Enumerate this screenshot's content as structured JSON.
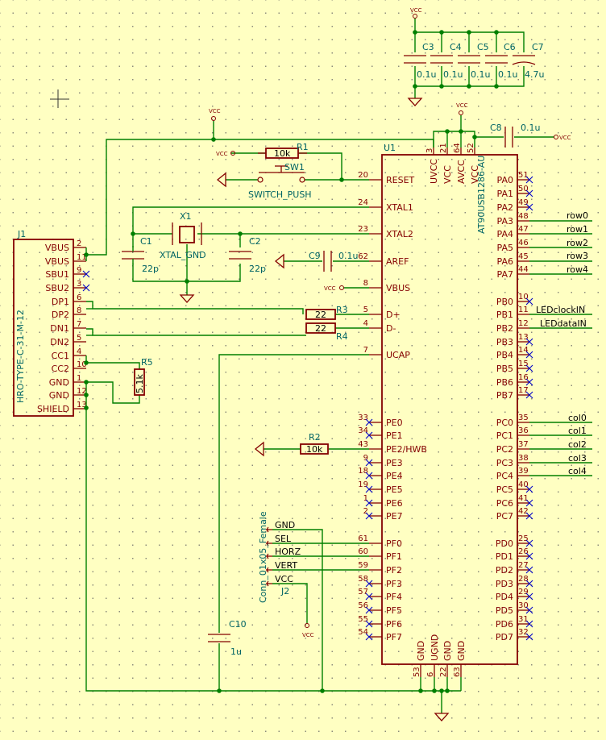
{
  "power": {
    "vcc": "VCC"
  },
  "u1": {
    "ref": "U1",
    "value": "AT90USB1286-AU",
    "pins_left": [
      {
        "num": "20",
        "name": "RESET"
      },
      {
        "num": "24",
        "name": "XTAL1"
      },
      {
        "num": "23",
        "name": "XTAL2"
      },
      {
        "num": "62",
        "name": "AREF"
      },
      {
        "num": "8",
        "name": "VBUS"
      },
      {
        "num": "5",
        "name": "D+"
      },
      {
        "num": "4",
        "name": "D-"
      },
      {
        "num": "7",
        "name": "UCAP"
      },
      {
        "num": "33",
        "name": "PE0"
      },
      {
        "num": "34",
        "name": "PE1"
      },
      {
        "num": "43",
        "name": "PE2/HWB"
      },
      {
        "num": "9",
        "name": "PE3"
      },
      {
        "num": "18",
        "name": "PE4"
      },
      {
        "num": "19",
        "name": "PE5"
      },
      {
        "num": "1",
        "name": "PE6"
      },
      {
        "num": "2",
        "name": "PE7"
      },
      {
        "num": "61",
        "name": "PF0"
      },
      {
        "num": "60",
        "name": "PF1"
      },
      {
        "num": "59",
        "name": "PF2"
      },
      {
        "num": "58",
        "name": "PF3"
      },
      {
        "num": "57",
        "name": "PF4"
      },
      {
        "num": "56",
        "name": "PF5"
      },
      {
        "num": "55",
        "name": "PF6"
      },
      {
        "num": "54",
        "name": "PF7"
      }
    ],
    "pins_right": [
      {
        "num": "51",
        "name": "PA0"
      },
      {
        "num": "50",
        "name": "PA1"
      },
      {
        "num": "49",
        "name": "PA2"
      },
      {
        "num": "48",
        "name": "PA3"
      },
      {
        "num": "47",
        "name": "PA4"
      },
      {
        "num": "46",
        "name": "PA5"
      },
      {
        "num": "45",
        "name": "PA6"
      },
      {
        "num": "44",
        "name": "PA7"
      },
      {
        "num": "10",
        "name": "PB0"
      },
      {
        "num": "11",
        "name": "PB1"
      },
      {
        "num": "12",
        "name": "PB2"
      },
      {
        "num": "13",
        "name": "PB3"
      },
      {
        "num": "14",
        "name": "PB4"
      },
      {
        "num": "15",
        "name": "PB5"
      },
      {
        "num": "16",
        "name": "PB6"
      },
      {
        "num": "17",
        "name": "PB7"
      },
      {
        "num": "35",
        "name": "PC0"
      },
      {
        "num": "36",
        "name": "PC1"
      },
      {
        "num": "37",
        "name": "PC2"
      },
      {
        "num": "38",
        "name": "PC3"
      },
      {
        "num": "39",
        "name": "PC4"
      },
      {
        "num": "40",
        "name": "PC5"
      },
      {
        "num": "41",
        "name": "PC6"
      },
      {
        "num": "42",
        "name": "PC7"
      },
      {
        "num": "25",
        "name": "PD0"
      },
      {
        "num": "26",
        "name": "PD1"
      },
      {
        "num": "27",
        "name": "PD2"
      },
      {
        "num": "28",
        "name": "PD3"
      },
      {
        "num": "29",
        "name": "PD4"
      },
      {
        "num": "30",
        "name": "PD5"
      },
      {
        "num": "31",
        "name": "PD6"
      },
      {
        "num": "32",
        "name": "PD7"
      }
    ],
    "pins_top": [
      {
        "num": "3",
        "name": "UVCC"
      },
      {
        "num": "21",
        "name": "VCC"
      },
      {
        "num": "64",
        "name": "AVCC"
      },
      {
        "num": "52",
        "name": "VCC"
      }
    ],
    "pins_bottom": [
      {
        "num": "53",
        "name": "GND"
      },
      {
        "num": "6",
        "name": "UGND"
      },
      {
        "num": "22",
        "name": "GND"
      },
      {
        "num": "63",
        "name": "GND"
      }
    ]
  },
  "j1": {
    "ref": "J1",
    "value": "HRO-TYPE-C-31-M-12",
    "pins": [
      {
        "num": "2",
        "name": "VBUS"
      },
      {
        "num": "11",
        "name": "VBUS"
      },
      {
        "num": "9",
        "name": "SBU1"
      },
      {
        "num": "3",
        "name": "SBU2"
      },
      {
        "num": "6",
        "name": "DP1"
      },
      {
        "num": "8",
        "name": "DP2"
      },
      {
        "num": "7",
        "name": "DN1"
      },
      {
        "num": "5",
        "name": "DN2"
      },
      {
        "num": "4",
        "name": "CC1"
      },
      {
        "num": "10",
        "name": "CC2"
      },
      {
        "num": "1",
        "name": "GND"
      },
      {
        "num": "12",
        "name": "GND"
      },
      {
        "num": "13",
        "name": "SHIELD"
      }
    ]
  },
  "j2": {
    "ref": "J2",
    "value": "Conn_01x05_Female",
    "nets": [
      "GND",
      "SEL",
      "HORZ",
      "VERT",
      "VCC"
    ]
  },
  "caps": {
    "C1": {
      "ref": "C1",
      "value": "22p"
    },
    "C2": {
      "ref": "C2",
      "value": "22p"
    },
    "C3": {
      "ref": "C3",
      "value": "0.1u"
    },
    "C4": {
      "ref": "C4",
      "value": "0.1u"
    },
    "C5": {
      "ref": "C5",
      "value": "0.1u"
    },
    "C6": {
      "ref": "C6",
      "value": "0.1u"
    },
    "C7": {
      "ref": "C7",
      "value": "4.7u"
    },
    "C8": {
      "ref": "C8",
      "value": "0.1u"
    },
    "C9": {
      "ref": "C9",
      "value": "0.1u"
    },
    "C10": {
      "ref": "C10",
      "value": "1u"
    }
  },
  "resistors": {
    "R1": {
      "ref": "R1",
      "value": "10k"
    },
    "R2": {
      "ref": "R2",
      "value": "10k"
    },
    "R3": {
      "ref": "R3",
      "value": "22"
    },
    "R4": {
      "ref": "R4",
      "value": "22"
    },
    "R5": {
      "ref": "R5",
      "value": "5.1k"
    }
  },
  "crystal": {
    "ref": "X1",
    "value": "XTAL_GND"
  },
  "switch": {
    "ref": "SW1",
    "value": "SWITCH_PUSH"
  },
  "nets": {
    "rows": [
      "row0",
      "row1",
      "row2",
      "row3",
      "row4"
    ],
    "cols": [
      "col0",
      "col1",
      "col2",
      "col3",
      "col4"
    ],
    "led_clock": "LEDclockIN",
    "led_data": "LEDdataIN"
  }
}
